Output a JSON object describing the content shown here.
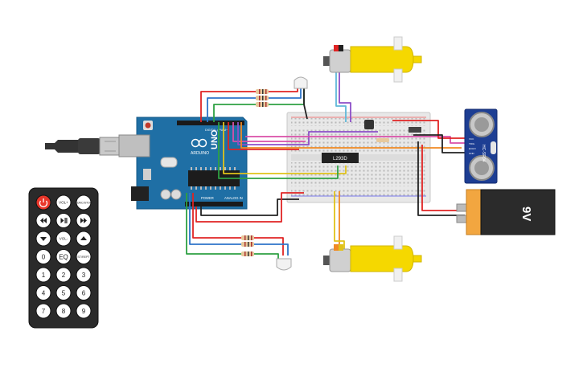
{
  "arduino": {
    "brand": "ARDUINO",
    "model": "UNO",
    "digital_label": "DIGITAL (PWM~)",
    "power_label": "POWER",
    "analog_label": "ANALOG IN"
  },
  "ic": {
    "label": "L293D"
  },
  "sensor": {
    "label": "HC-SR04",
    "pins": [
      "VCC",
      "TRIG",
      "ECHO",
      "GND"
    ]
  },
  "battery": {
    "label": "9V"
  },
  "remote": {
    "buttons": [
      {
        "label": "",
        "name": "power-button",
        "kind": "power"
      },
      {
        "label": "VOL+",
        "name": "vol-up-button",
        "kind": "text"
      },
      {
        "label": "FUNC/STOP",
        "name": "func-stop-button",
        "kind": "text"
      },
      {
        "label": "",
        "name": "rewind-button",
        "kind": "rewind"
      },
      {
        "label": "",
        "name": "play-pause-button",
        "kind": "play"
      },
      {
        "label": "",
        "name": "fast-forward-button",
        "kind": "forward"
      },
      {
        "label": "",
        "name": "down-button",
        "kind": "down"
      },
      {
        "label": "VOL-",
        "name": "vol-down-button",
        "kind": "text"
      },
      {
        "label": "",
        "name": "up-button",
        "kind": "up"
      },
      {
        "label": "0",
        "name": "digit-0-button",
        "kind": "text"
      },
      {
        "label": "EQ",
        "name": "eq-button",
        "kind": "text"
      },
      {
        "label": "ST/REPT",
        "name": "st-rept-button",
        "kind": "text"
      },
      {
        "label": "1",
        "name": "digit-1-button",
        "kind": "text"
      },
      {
        "label": "2",
        "name": "digit-2-button",
        "kind": "text"
      },
      {
        "label": "3",
        "name": "digit-3-button",
        "kind": "text"
      },
      {
        "label": "4",
        "name": "digit-4-button",
        "kind": "text"
      },
      {
        "label": "5",
        "name": "digit-5-button",
        "kind": "text"
      },
      {
        "label": "6",
        "name": "digit-6-button",
        "kind": "text"
      },
      {
        "label": "7",
        "name": "digit-7-button",
        "kind": "text"
      },
      {
        "label": "8",
        "name": "digit-8-button",
        "kind": "text"
      },
      {
        "label": "9",
        "name": "digit-9-button",
        "kind": "text"
      }
    ]
  },
  "colors": {
    "arduino": "#1f6fa5",
    "motor": "#f5d800",
    "sensor": "#1d3e93",
    "battery": "#f2a640",
    "remote": "#2a2a2a",
    "power_button": "#e8362a",
    "wire_red": "#e02424",
    "wire_blue": "#2e74c9",
    "wire_green": "#2ea043",
    "wire_black": "#222222",
    "wire_orange": "#f08a24",
    "wire_yellow": "#e0c21a",
    "wire_pink": "#d94fa8",
    "wire_purple": "#8c4fc8",
    "wire_cyan": "#5fb8d8"
  }
}
